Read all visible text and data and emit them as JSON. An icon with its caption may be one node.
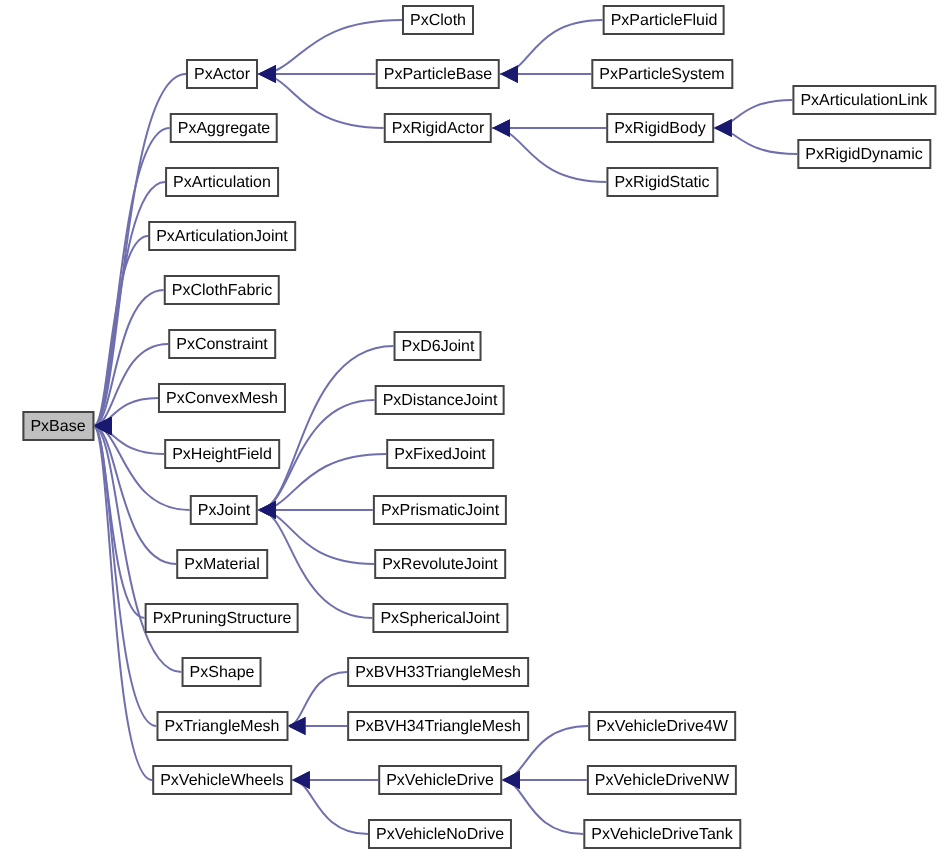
{
  "diagram": {
    "nodes": [
      {
        "text": [
          "PxBase"
        ]
      },
      {
        "text": [
          "PxActor"
        ]
      },
      {
        "text": [
          "PxCloth"
        ]
      },
      {
        "text": [
          "PxParticleBase"
        ]
      },
      {
        "text": [
          "PxParticleFluid"
        ]
      },
      {
        "text": [
          "PxParticleSystem"
        ]
      },
      {
        "text": [
          "PxRigidActor"
        ]
      },
      {
        "text": [
          "PxRigidBody"
        ]
      },
      {
        "text": [
          "PxArticulationLink"
        ]
      },
      {
        "text": [
          "PxRigidDynamic"
        ]
      },
      {
        "text": [
          "PxRigidStatic"
        ]
      },
      {
        "text": [
          "PxAggregate"
        ]
      },
      {
        "text": [
          "PxArticulation"
        ]
      },
      {
        "text": [
          "PxArticulationJoint"
        ]
      },
      {
        "text": [
          "PxClothFabric"
        ]
      },
      {
        "text": [
          "PxConstraint"
        ]
      },
      {
        "text": [
          "PxConvexMesh"
        ]
      },
      {
        "text": [
          "PxHeightField"
        ]
      },
      {
        "text": [
          "PxJoint"
        ]
      },
      {
        "text": [
          "PxD6Joint"
        ]
      },
      {
        "text": [
          "PxDistanceJoint"
        ]
      },
      {
        "text": [
          "PxFixedJoint"
        ]
      },
      {
        "text": [
          "PxPrismaticJoint"
        ]
      },
      {
        "text": [
          "PxRevoluteJoint"
        ]
      },
      {
        "text": [
          "PxSphericalJoint"
        ]
      },
      {
        "text": [
          "PxMaterial"
        ]
      },
      {
        "text": [
          "PxPruningStructure"
        ]
      },
      {
        "text": [
          "PxShape"
        ]
      },
      {
        "text": [
          "PxTriangleMesh"
        ]
      },
      {
        "text": [
          "PxBVH33TriangleMesh"
        ]
      },
      {
        "text": [
          "PxBVH34TriangleMesh"
        ]
      },
      {
        "text": [
          "PxVehicleWheels"
        ]
      },
      {
        "text": [
          "PxVehicleDrive"
        ]
      },
      {
        "text": [
          "PxVehicleDrive4W"
        ]
      },
      {
        "text": [
          "PxVehicleDriveNW"
        ]
      },
      {
        "text": [
          "PxVehicleDriveTank"
        ]
      },
      {
        "text": [
          "PxVehicleNoDrive"
        ]
      }
    ],
    "edges": [
      {
        "from": 1,
        "to": 0,
        "arrow": "to"
      },
      {
        "from": 2,
        "to": 1,
        "arrow": "to"
      },
      {
        "from": 3,
        "to": 1,
        "arrow": "to"
      },
      {
        "from": 4,
        "to": 3,
        "arrow": "to"
      },
      {
        "from": 5,
        "to": 3,
        "arrow": "to"
      },
      {
        "from": 6,
        "to": 1,
        "arrow": "to"
      },
      {
        "from": 7,
        "to": 6,
        "arrow": "to"
      },
      {
        "from": 8,
        "to": 7,
        "arrow": "to"
      },
      {
        "from": 9,
        "to": 7,
        "arrow": "to"
      },
      {
        "from": 10,
        "to": 6,
        "arrow": "to"
      },
      {
        "from": 11,
        "to": 0,
        "arrow": "to"
      },
      {
        "from": 12,
        "to": 0,
        "arrow": "to"
      },
      {
        "from": 13,
        "to": 0,
        "arrow": "to"
      },
      {
        "from": 14,
        "to": 0,
        "arrow": "to"
      },
      {
        "from": 15,
        "to": 0,
        "arrow": "to"
      },
      {
        "from": 16,
        "to": 0,
        "arrow": "to"
      },
      {
        "from": 17,
        "to": 0,
        "arrow": "to"
      },
      {
        "from": 18,
        "to": 0,
        "arrow": "to"
      },
      {
        "from": 19,
        "to": 18,
        "arrow": "to"
      },
      {
        "from": 20,
        "to": 18,
        "arrow": "to"
      },
      {
        "from": 21,
        "to": 18,
        "arrow": "to"
      },
      {
        "from": 22,
        "to": 18,
        "arrow": "to"
      },
      {
        "from": 23,
        "to": 18,
        "arrow": "to"
      },
      {
        "from": 24,
        "to": 18,
        "arrow": "to"
      },
      {
        "from": 25,
        "to": 0,
        "arrow": "to"
      },
      {
        "from": 26,
        "to": 0,
        "arrow": "to"
      },
      {
        "from": 27,
        "to": 0,
        "arrow": "to"
      },
      {
        "from": 28,
        "to": 0,
        "arrow": "to"
      },
      {
        "from": 29,
        "to": 28,
        "arrow": "to"
      },
      {
        "from": 30,
        "to": 28,
        "arrow": "to"
      },
      {
        "from": 31,
        "to": 0,
        "arrow": "to"
      },
      {
        "from": 32,
        "to": 31,
        "arrow": "to"
      },
      {
        "from": 33,
        "to": 32,
        "arrow": "to"
      },
      {
        "from": 34,
        "to": 32,
        "arrow": "to"
      },
      {
        "from": 35,
        "to": 32,
        "arrow": "to"
      },
      {
        "from": 36,
        "to": 31,
        "arrow": "to"
      }
    ]
  }
}
